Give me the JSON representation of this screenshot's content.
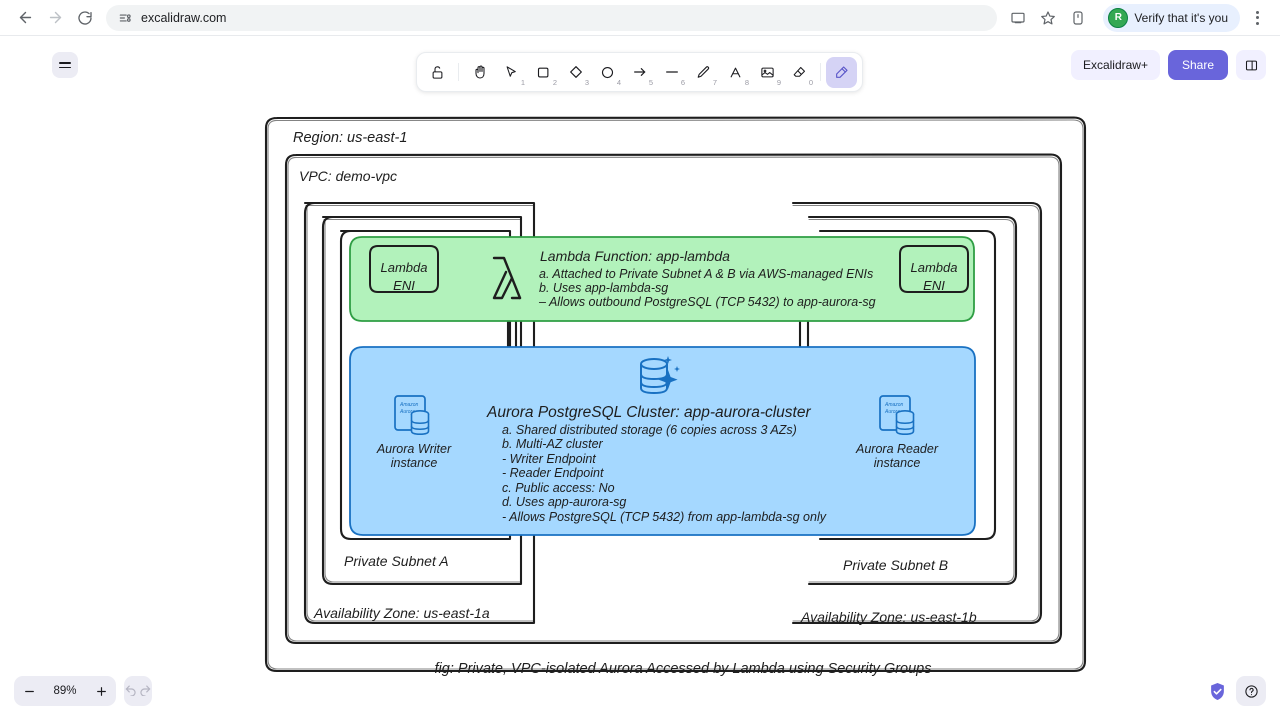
{
  "browser": {
    "url": "excalidraw.com",
    "back_label": "Back",
    "forward_label": "Forward",
    "reload_label": "Reload",
    "site_info_label": "View site information",
    "cast_label": "Cast",
    "bookmark_label": "Bookmark this tab",
    "profile_label": "Profile",
    "verify_text": "Verify that it's you",
    "verify_initial": "R",
    "menu_label": "Customize and control Google Chrome"
  },
  "toolbar": {
    "menu_label": "Menu",
    "tools": [
      {
        "name": "lock-icon",
        "label": "Keep selected tool active after drawing",
        "num": ""
      },
      {
        "name": "hand-icon",
        "label": "Hand (panning tool)",
        "num": ""
      },
      {
        "name": "selection-icon",
        "label": "Selection",
        "num": "1"
      },
      {
        "name": "rectangle-icon",
        "label": "Rectangle",
        "num": "2"
      },
      {
        "name": "diamond-icon",
        "label": "Diamond",
        "num": "3"
      },
      {
        "name": "ellipse-icon",
        "label": "Ellipse",
        "num": "4"
      },
      {
        "name": "arrow-icon",
        "label": "Arrow",
        "num": "5"
      },
      {
        "name": "line-icon",
        "label": "Line",
        "num": "6"
      },
      {
        "name": "draw-icon",
        "label": "Draw",
        "num": "7"
      },
      {
        "name": "text-icon",
        "label": "Text",
        "num": "8"
      },
      {
        "name": "image-icon",
        "label": "Insert image",
        "num": "9"
      },
      {
        "name": "eraser-icon",
        "label": "Eraser",
        "num": "0"
      },
      {
        "name": "laser-icon",
        "label": "Laser pointer",
        "num": ""
      }
    ],
    "active_tool": "laser-icon",
    "excalidraw_plus_label": "Excalidraw+",
    "share_label": "Share",
    "library_label": "Library"
  },
  "footer": {
    "zoom_out_label": "Zoom out",
    "zoom_level": "89%",
    "zoom_in_label": "Zoom in",
    "undo_label": "Undo",
    "redo_label": "Redo",
    "encrypted_label": "End-to-end encrypted",
    "help_label": "Help"
  },
  "diagram": {
    "region_label": "Region: us-east-1",
    "vpc_label": "VPC: demo-vpc",
    "az_a_label": "Availability Zone: us-east-1a",
    "az_b_label": "Availability Zone: us-east-1b",
    "subnet_a_label": "Private Subnet A",
    "subnet_b_label": "Private Subnet B",
    "caption": "fig: Private, VPC-isolated Aurora Accessed by Lambda using Security Groups",
    "colors": {
      "lambda_fill": "#b2f2bb",
      "lambda_stroke": "#2f9e44",
      "aurora_fill": "#a5d8ff",
      "aurora_stroke": "#1971c2",
      "ink": "#1e1e1e",
      "aurora_icon": "#1971c2"
    },
    "lambda": {
      "eni_left_line1": "Lambda",
      "eni_left_line2": "ENI",
      "eni_right_line1": "Lambda",
      "eni_right_line2": "ENI",
      "title": "Lambda Function: app-lambda",
      "lines": [
        "a. Attached to Private Subnet A & B via AWS-managed ENIs",
        "b. Uses app-lambda-sg",
        "    – Allows outbound PostgreSQL (TCP 5432) to app-aurora-sg"
      ]
    },
    "aurora": {
      "title": "Aurora PostgreSQL Cluster: app-aurora-cluster",
      "lines": [
        "a. Shared distributed storage (6 copies across 3 AZs)",
        "b. Multi-AZ cluster",
        "    - Writer Endpoint",
        "    - Reader Endpoint",
        "c. Public access: No",
        "d. Uses app-aurora-sg",
        "    - Allows PostgreSQL (TCP 5432) from app-lambda-sg only"
      ],
      "writer_icon_label_1": "Amazon",
      "writer_icon_label_2": "Aurora",
      "writer_caption_1": "Aurora Writer",
      "writer_caption_2": "instance",
      "reader_icon_label_1": "Amazon",
      "reader_icon_label_2": "Aurora",
      "reader_caption_1": "Aurora Reader",
      "reader_caption_2": "instance"
    }
  }
}
